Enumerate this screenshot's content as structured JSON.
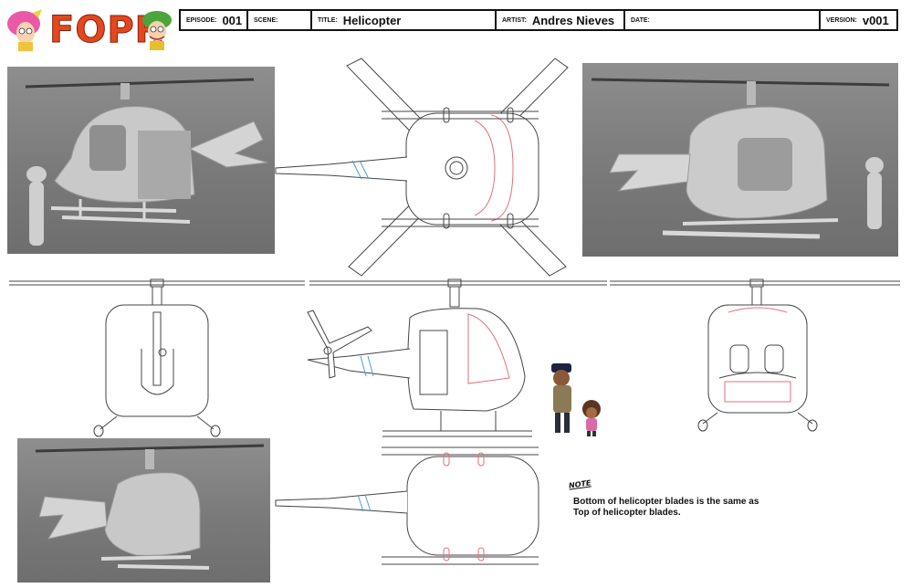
{
  "header": {
    "logo_text": "FOPR",
    "episode_label": "EPISODE:",
    "episode_value": "001",
    "scene_label": "SCENE:",
    "scene_value": "",
    "title_label": "TITLE:",
    "title_value": "Helicopter",
    "artist_label": "ARTIST:",
    "artist_value": "Andres Nieves",
    "date_label": "DATE:",
    "date_value": "",
    "version_label": "VERSION:",
    "version_value": "v001"
  },
  "note": {
    "label": "NOTE",
    "text_line1": "Bottom of helicopter blades is the same as",
    "text_line2": "Top of helicopter blades."
  },
  "colors": {
    "logo_orange": "#e2481f",
    "line_red": "#e0707a",
    "line_blue": "#4a9bd6",
    "render_grey": "#8a8a8a"
  }
}
